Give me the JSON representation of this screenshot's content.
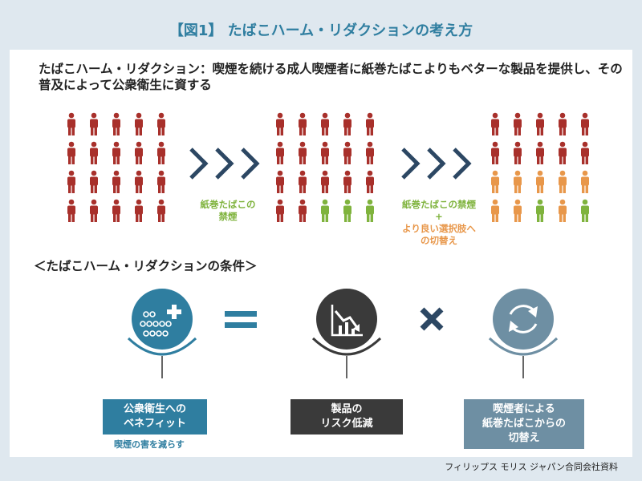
{
  "title": "【図1】 たばこハーム・リダクションの考え方",
  "lead_text": "たばこハーム・リダクション：喫煙を続ける成人喫煙者に紙巻たばこよりもベターな製品を提供し、その普及によって公衆衛生に資する",
  "captions": {
    "step1": "紙巻たばこの\n禁煙",
    "step2_line1": "紙巻たばこの禁煙",
    "step2_plus": "+",
    "step2_line2": "より良い選択肢へ\nの切替え"
  },
  "colors": {
    "red": "#a8302b",
    "green": "#7fb33d",
    "orange": "#e8974a",
    "navy": "#2c4763",
    "teal": "#2f7ea0",
    "dark": "#3a3a3a",
    "slate": "#6e8fa3"
  },
  "people_groups": [
    {
      "rows": [
        "red",
        "red",
        "red",
        "red"
      ],
      "row4": [
        "red",
        "red",
        "red",
        "red",
        "red"
      ]
    },
    {
      "rows": [
        "red",
        "red",
        "red"
      ],
      "row4": [
        "red",
        "red",
        "green",
        "green",
        "green"
      ]
    },
    {
      "rows": [
        "red",
        "red"
      ],
      "row3": [
        "orange",
        "orange",
        "orange",
        "orange",
        "orange"
      ],
      "row4": [
        "orange",
        "orange",
        "green",
        "orange",
        "green"
      ]
    }
  ],
  "conditions_title": "＜たばこハーム・リダクションの条件＞",
  "conditions": [
    {
      "icon": "public-health-icon",
      "label": "公衆衛生への\nベネフィット",
      "note": "喫煙の害を減らす",
      "color": "#2f7ea0"
    },
    {
      "icon": "risk-reduction-chart-icon",
      "label": "製品の\nリスク低減",
      "color": "#3a3a3a"
    },
    {
      "icon": "switch-cycle-icon",
      "label": "喫煙者による\n紙巻たばこからの\n切替え",
      "color": "#6e8fa3"
    }
  ],
  "operators": [
    "=",
    "×"
  ],
  "source": "フィリップス モリス ジャパン合同会社資料"
}
